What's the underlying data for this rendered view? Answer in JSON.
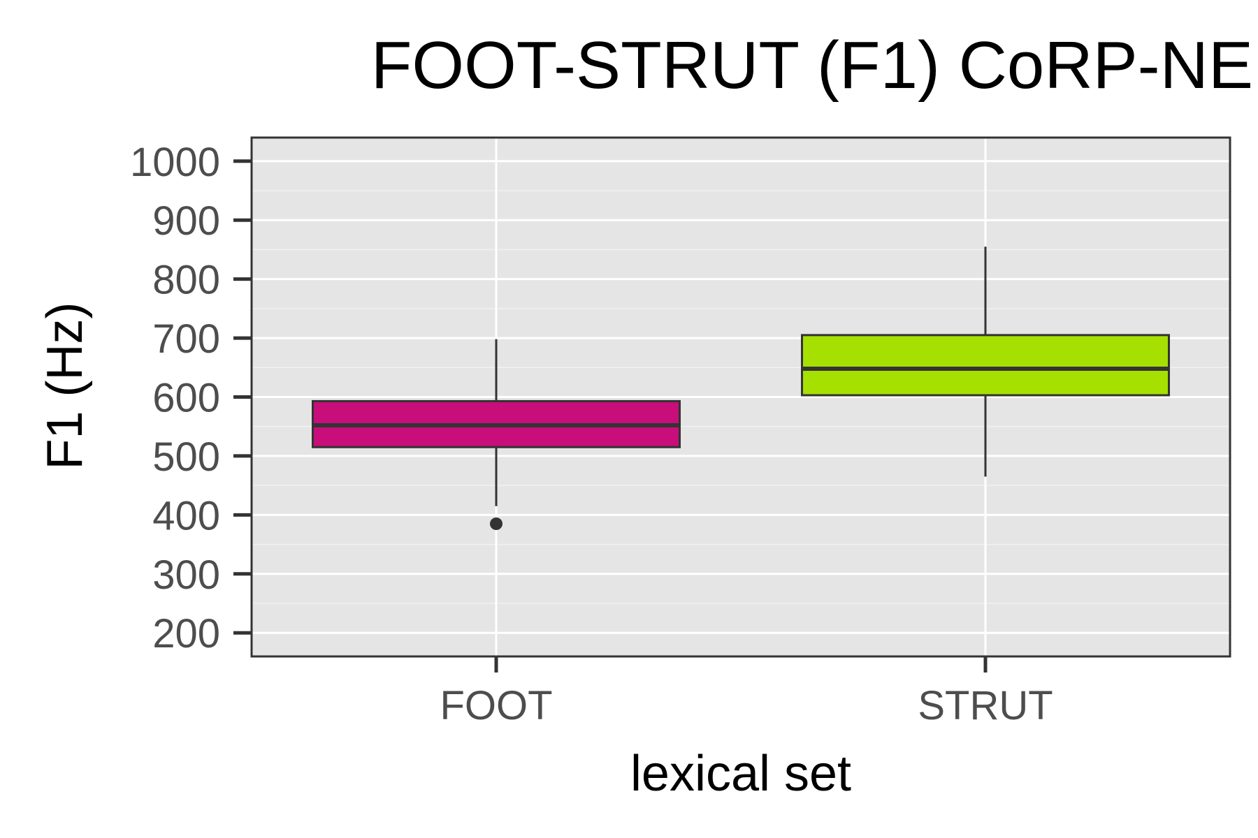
{
  "chart_data": {
    "type": "box",
    "title": "FOOT-STRUT (F1) CoRP-NE",
    "xlabel": "lexical set",
    "ylabel": "F1 (Hz)",
    "ylim": [
      160,
      1040
    ],
    "yticks": [
      200,
      300,
      400,
      500,
      600,
      700,
      800,
      900,
      1000
    ],
    "categories": [
      "FOOT",
      "STRUT"
    ],
    "boxes": [
      {
        "category": "FOOT",
        "whisker_low": 415,
        "q1": 515,
        "median": 552,
        "q3": 593,
        "whisker_high": 698,
        "outliers": [
          385
        ],
        "fill": "#c70e7a"
      },
      {
        "category": "STRUT",
        "whisker_low": 465,
        "q1": 603,
        "median": 648,
        "q3": 705,
        "whisker_high": 855,
        "outliers": [],
        "fill": "#a6e000"
      }
    ],
    "grid": true,
    "panel_background": "#e5e5e5",
    "legend": "none"
  }
}
